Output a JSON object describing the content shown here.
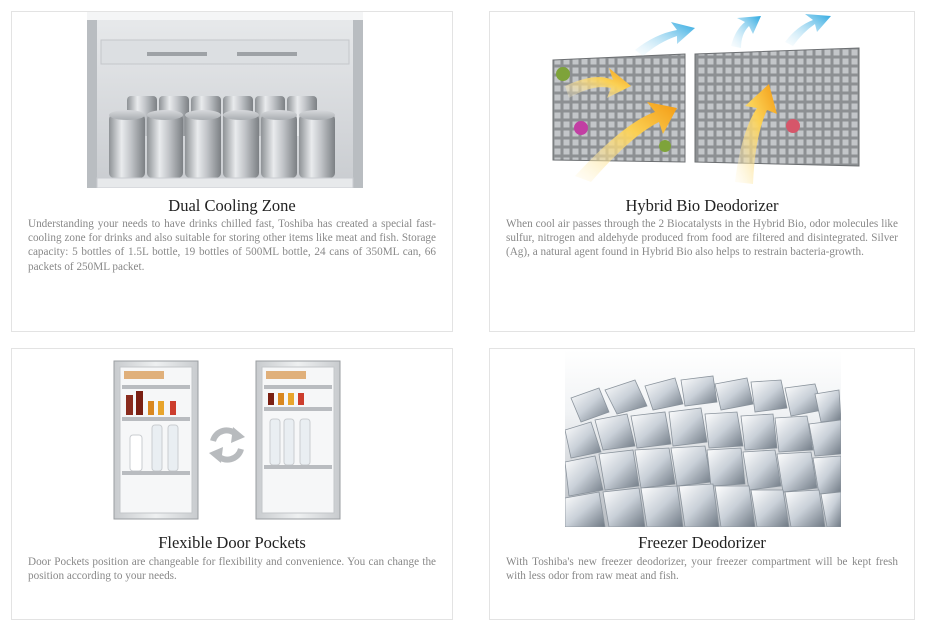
{
  "features": [
    {
      "title": "Dual Cooling Zone",
      "description": "Understanding your needs to have drinks chilled fast, Toshiba has created a special fast-cooling zone for drinks and also suitable for storing other items like meat and fish. Storage capacity: 5 bottles of 1.5L bottle, 19 bottles of 500ML bottle, 24 cans of 350ML can, 66 packets of 250ML packet.",
      "image_icon": "beverage-cans-shelf-icon"
    },
    {
      "title": "Hybrid Bio Deodorizer",
      "description": "When cool air passes through the 2 Biocatalysts in the Hybrid Bio, odor molecules like sulfur, nitrogen and aldehyde produced from food are filtered and disintegrated. Silver (Ag), a natural agent found in Hybrid Bio also helps to restrain bacteria-growth.",
      "image_icon": "deodorizer-filter-airflow-icon"
    },
    {
      "title": "Flexible Door Pockets",
      "description": "Door Pockets position are changeable for flexibility and convenience. You can change the position according to your needs.",
      "image_icon": "door-pockets-swap-icon"
    },
    {
      "title": "Freezer Deodorizer",
      "description": "With Toshiba's new freezer deodorizer, your freezer compartment will be kept fresh with less odor from raw meat and fish.",
      "image_icon": "ice-cubes-icon"
    }
  ],
  "colors": {
    "title": "#222222",
    "description": "#888888",
    "card_border": "#e3e3e3",
    "airflow_arrow": "#f7a21b",
    "airflow_blue": "#2aa7e0"
  }
}
